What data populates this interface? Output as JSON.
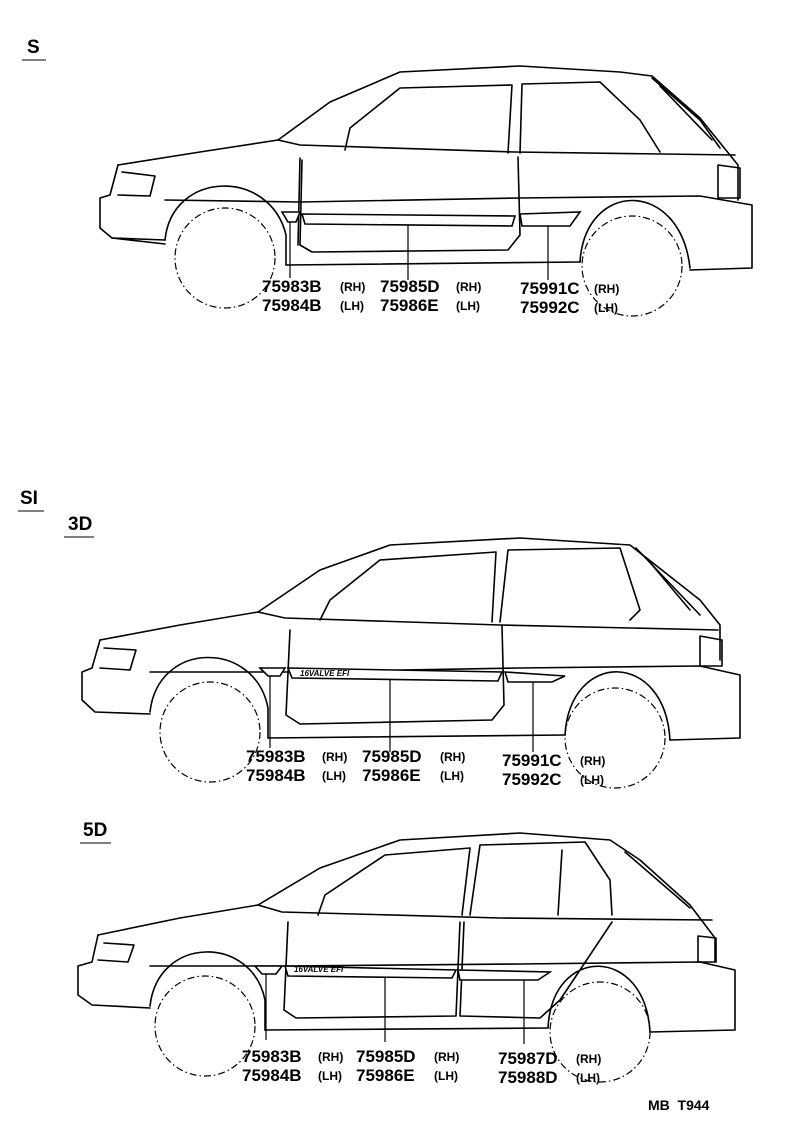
{
  "sections": {
    "s": {
      "label": "S"
    },
    "si": {
      "label": "SI"
    },
    "three_door": {
      "label": "3D"
    },
    "five_door": {
      "label": "5D"
    }
  },
  "s_labels": {
    "p1_rh": "75983B",
    "p1_rh_side": "(RH)",
    "p1_lh": "75984B",
    "p1_lh_side": "(LH)",
    "p2_rh": "75985D",
    "p2_rh_side": "(RH)",
    "p2_lh": "75986E",
    "p2_lh_side": "(LH)",
    "p3_rh": "75991C",
    "p3_rh_side": "(RH)",
    "p3_lh": "75992C",
    "p3_lh_side": "(LH)"
  },
  "si3_labels": {
    "p1_rh": "75983B",
    "p1_rh_side": "(RH)",
    "p1_lh": "75984B",
    "p1_lh_side": "(LH)",
    "p2_rh": "75985D",
    "p2_rh_side": "(RH)",
    "p2_lh": "75986E",
    "p2_lh_side": "(LH)",
    "p3_rh": "75991C",
    "p3_rh_side": "(RH)",
    "p3_lh": "75992C",
    "p3_lh_side": "(LH)"
  },
  "si5_labels": {
    "p1_rh": "75983B",
    "p1_rh_side": "(RH)",
    "p1_lh": "75984B",
    "p1_lh_side": "(LH)",
    "p2_rh": "75985D",
    "p2_rh_side": "(RH)",
    "p2_lh": "75986E",
    "p2_lh_side": "(LH)",
    "p3_rh": "75987D",
    "p3_rh_side": "(RH)",
    "p3_lh": "75988D",
    "p3_lh_side": "(LH)"
  },
  "emblem_text": "16VALVE EFI",
  "reference_code": "MB  T944"
}
